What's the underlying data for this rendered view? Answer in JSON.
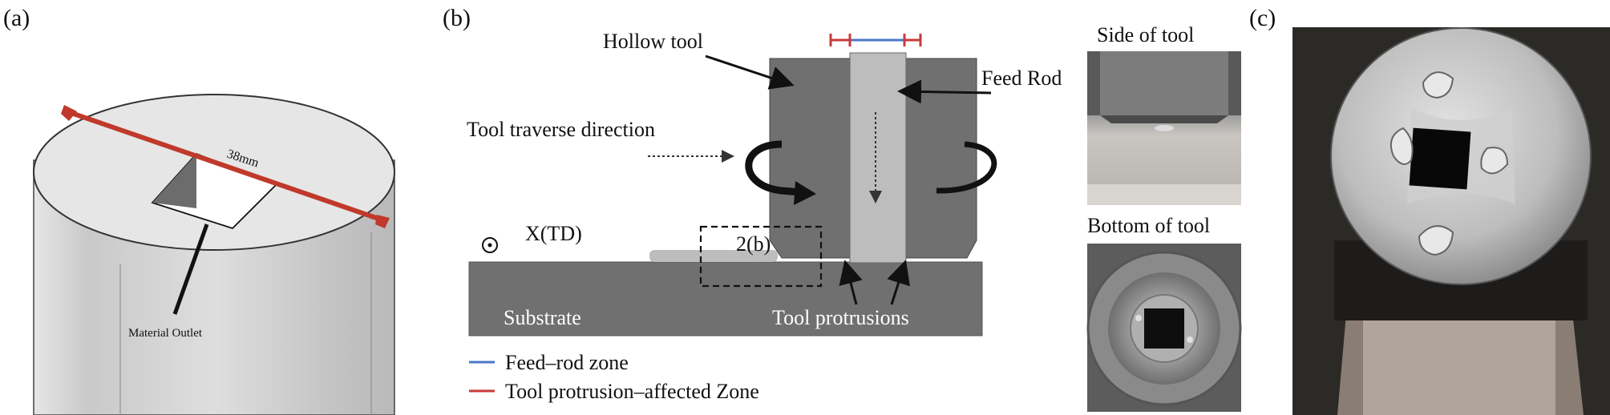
{
  "panels": {
    "a": {
      "label": "(a)",
      "dimension": "38mm",
      "outlet_label": "Material Outlet"
    },
    "b": {
      "label": "(b)",
      "hollow_tool": "Hollow tool",
      "feed_rod": "Feed Rod",
      "traverse": "Tool traverse direction",
      "axis": "X(TD)",
      "zoom_box": "2(b)",
      "substrate": "Substrate",
      "protrusions": "Tool protrusions",
      "legend": [
        {
          "text": "Feed–rod zone",
          "color": "#4a78c8"
        },
        {
          "text": "Tool protrusion–affected Zone",
          "color": "#c83a3a"
        }
      ],
      "side_photo": "Side of tool",
      "bottom_photo": "Bottom of tool"
    },
    "c": {
      "label": "(c)"
    }
  },
  "colors": {
    "tool": "#6f6f6f",
    "feed_rod": "#bdbdbd",
    "substrate": "#707070",
    "dimension_line": "#c0392b"
  }
}
